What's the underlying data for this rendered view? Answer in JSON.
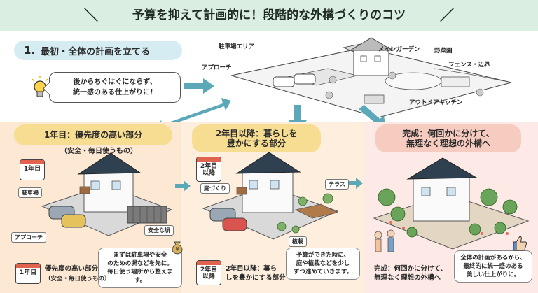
{
  "header": {
    "title": "予算を抑えて計画的に！段階的な外構づくりのコツ"
  },
  "step1": {
    "number": "1.",
    "label": "最初・全体の計画を立てる",
    "bubble_line1": "後からちぐはぐにならず、",
    "bubble_line2": "統一感のある仕上がりに！"
  },
  "plan_labels": {
    "parking": "駐車場エリア",
    "approach": "アプローチ",
    "main_garden": "メインガーデン",
    "vegetable": "野菜園",
    "fence": "フェンス・辺界",
    "outdoor_kitchen": "アウトドアキッチン"
  },
  "year1": {
    "title": "1年目：優先度の高い部分",
    "subtitle": "（安全・毎日使うもの）",
    "calendar": "1年目",
    "tag_parking": "駐車場",
    "tag_approach": "アプローチ",
    "tag_fence": "安全な塀",
    "note_line1": "まずは駐車場や安全",
    "note_line2": "のための塀などを先に。",
    "note_line3": "毎日使う場所から整えます。",
    "caption_cal": "1年目",
    "caption_line1": "優先度の高い部分",
    "caption_line2": "（安全・毎日使うもの）"
  },
  "year2": {
    "title_line1": "2年目以降：暮らしを",
    "title_line2": "豊かにする部分",
    "calendar_line1": "2年目",
    "calendar_line2": "以降",
    "tag_garden": "庭づくり",
    "tag_terrace": "テラス",
    "tag_planting": "植栽",
    "note_line1": "予算ができた時に、",
    "note_line2": "庭や植栽などを少し",
    "note_line3": "ずつ進めていきます。",
    "caption_cal_line1": "2年目",
    "caption_cal_line2": "以降",
    "caption_line1": "2年目以降：暮ら",
    "caption_line2": "しを豊かにする部分"
  },
  "complete": {
    "title_line1": "完成：何回かに分けて、",
    "title_line2": "無理なく理想の外構へ",
    "caption_line1": "完成：何回かに分けて、",
    "caption_line2": "無理なく理想の外構へ",
    "note_line1": "全体の計画があるから、",
    "note_line2": "最終的に統一感のある",
    "note_line3": "美しい仕上がりに。"
  },
  "colors": {
    "header_bg": "#dbeee2",
    "step1_pill": "#d6ecf3",
    "year_pill": "#f7dd91",
    "complete_pill": "#f6cbc0",
    "arrow": "#5aa8b8"
  }
}
